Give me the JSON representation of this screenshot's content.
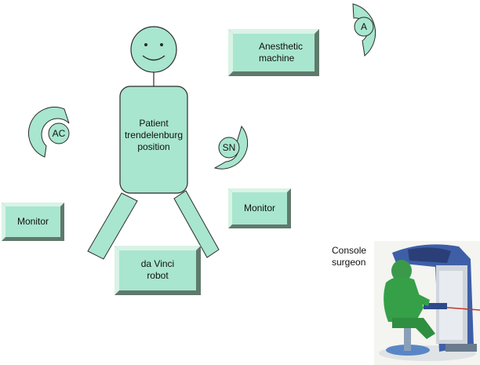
{
  "diagram": {
    "colors": {
      "fill": "#a8e6cf",
      "stroke": "#2b2b2b",
      "box_dark": "#5f7a6c",
      "box_light": "#d9f3e6"
    },
    "anesthetic_machine": "Anesthetic\nmachine",
    "patient": "Patient\ntrendelenburg\nposition",
    "anesthesiologist": "A",
    "assistant_circle": "AC",
    "scrub_nurse": "SN",
    "monitor_left": "Monitor",
    "monitor_right": "Monitor",
    "robot": "da Vinci\nrobot",
    "console_surgeon": "Console\nsurgeon"
  }
}
